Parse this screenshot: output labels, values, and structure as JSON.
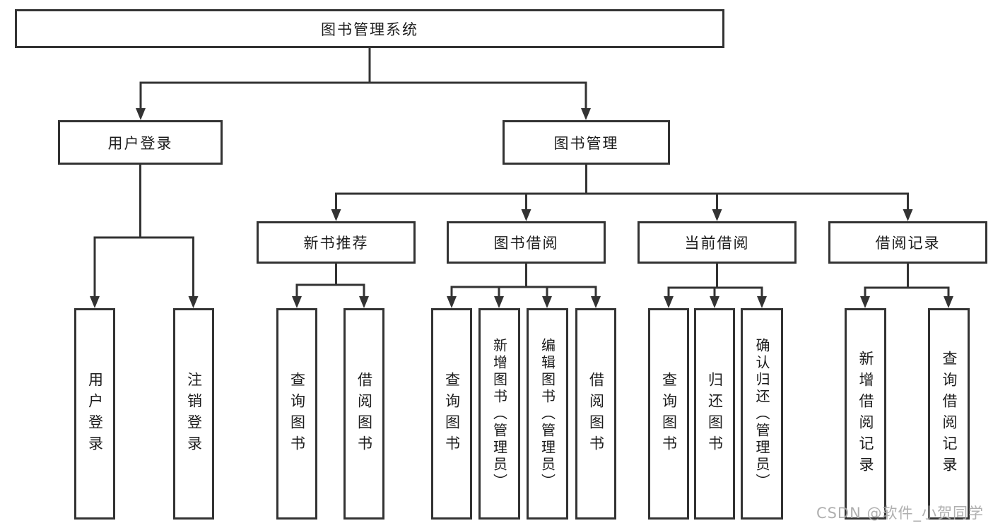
{
  "title": "图书管理系统",
  "watermark": "CSDN @软件_小贺同学",
  "colors": {
    "line": "#333333",
    "border": "#333333",
    "text": "#1c1c1c",
    "background": "#ffffff",
    "watermark": "#a8a8a8"
  },
  "nodes": {
    "root": {
      "label": "图书管理系统"
    },
    "user_login": {
      "label": "用户登录"
    },
    "book_management": {
      "label": "图书管理"
    },
    "new_book_recommend": {
      "label": "新书推荐"
    },
    "book_borrow": {
      "label": "图书借阅"
    },
    "current_borrow": {
      "label": "当前借阅"
    },
    "borrow_record": {
      "label": "借阅记录"
    },
    "login": {
      "label": "用户登录"
    },
    "logout": {
      "label": "注销登录"
    },
    "rec_query_book": {
      "label": "查询图书"
    },
    "rec_borrow_book": {
      "label": "借阅图书"
    },
    "bb_query_book": {
      "label": "查询图书"
    },
    "bb_add_book": {
      "label": "新增图书（管理员）"
    },
    "bb_edit_book": {
      "label": "编辑图书（管理员）"
    },
    "bb_borrow_book": {
      "label": "借阅图书"
    },
    "cb_query_book": {
      "label": "查询图书"
    },
    "cb_return_book": {
      "label": "归还图书"
    },
    "cb_confirm_return": {
      "label": "确认归还（管理员）"
    },
    "br_add_record": {
      "label": "新增借阅记录"
    },
    "br_query_record": {
      "label": "查询借阅记录"
    }
  },
  "hierarchy": [
    {
      "parent": "root",
      "children": [
        "user_login",
        "book_management"
      ]
    },
    {
      "parent": "user_login",
      "children": [
        "login",
        "logout"
      ]
    },
    {
      "parent": "book_management",
      "children": [
        "new_book_recommend",
        "book_borrow",
        "current_borrow",
        "borrow_record"
      ]
    },
    {
      "parent": "new_book_recommend",
      "children": [
        "rec_query_book",
        "rec_borrow_book"
      ]
    },
    {
      "parent": "book_borrow",
      "children": [
        "bb_query_book",
        "bb_add_book",
        "bb_edit_book",
        "bb_borrow_book"
      ]
    },
    {
      "parent": "current_borrow",
      "children": [
        "cb_query_book",
        "cb_return_book",
        "cb_confirm_return"
      ]
    },
    {
      "parent": "borrow_record",
      "children": [
        "br_add_record",
        "br_query_record"
      ]
    }
  ]
}
